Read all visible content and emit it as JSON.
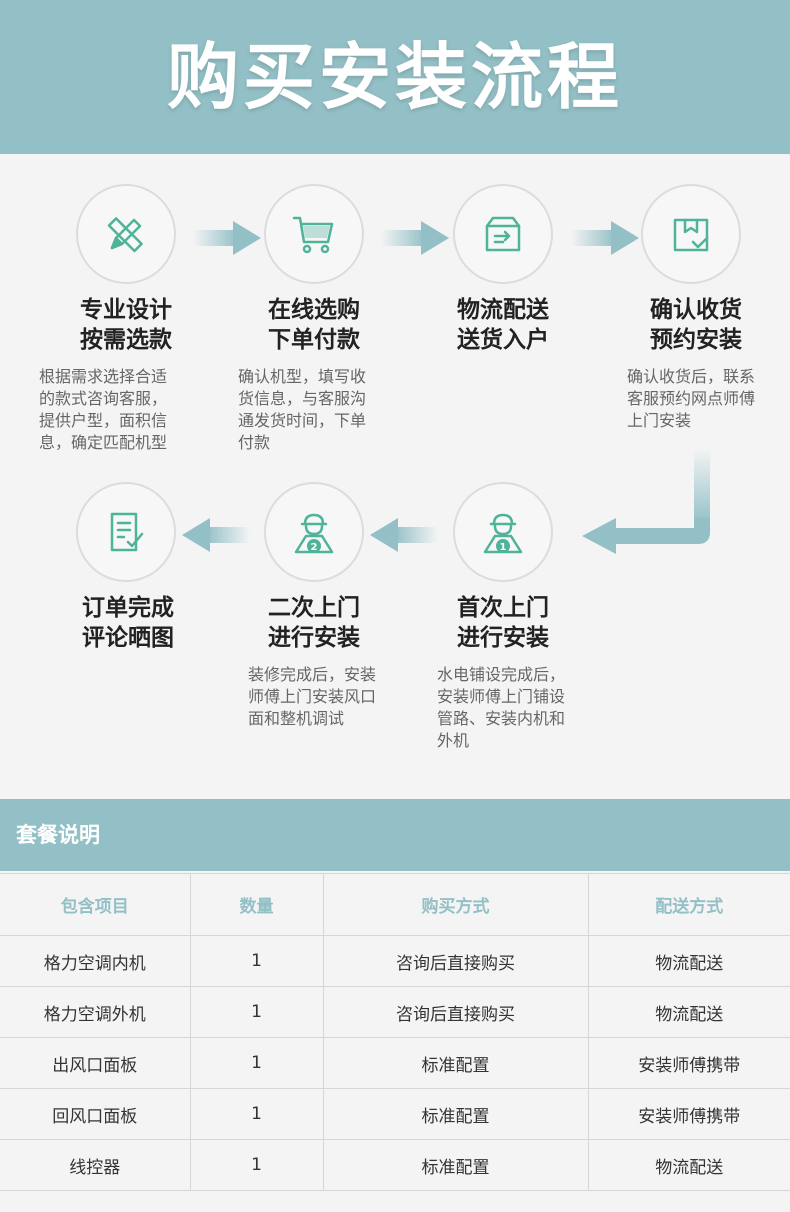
{
  "header": {
    "title": "购买安装流程"
  },
  "colors": {
    "accent": "#93c0c6",
    "icon_green": "#4fb39a"
  },
  "steps": [
    {
      "icon": "ruler-pencil-icon",
      "title_1": "专业设计",
      "title_2": "按需选款",
      "desc": [
        "根据需求选择合适",
        "的款式咨询客服，",
        "提供户型，面积信",
        "息，确定匹配机型"
      ]
    },
    {
      "icon": "cart-icon",
      "title_1": "在线选购",
      "title_2": "下单付款",
      "desc": [
        "确认机型，填写收",
        "货信息，与客服沟",
        "通发货时间，下单",
        "付款"
      ]
    },
    {
      "icon": "delivery-box-icon",
      "title_1": "物流配送",
      "title_2": "送货入户",
      "desc": []
    },
    {
      "icon": "package-check-icon",
      "title_1": "确认收货",
      "title_2": "预约安装",
      "desc": [
        "确认收货后，联系",
        "客服预约网点师傅",
        "上门安装"
      ]
    },
    {
      "icon": "worker-1-icon",
      "badge": "1",
      "title_1": "首次上门",
      "title_2": "进行安装",
      "desc": [
        "水电铺设完成后，",
        "安装师傅上门铺设",
        "管路、安装内机和",
        "外机"
      ]
    },
    {
      "icon": "worker-2-icon",
      "badge": "2",
      "title_1": "二次上门",
      "title_2": "进行安装",
      "desc": [
        "装修完成后，安装",
        "师傅上门安装风口",
        "面和整机调试"
      ]
    },
    {
      "icon": "review-doc-icon",
      "title_1": "订单完成",
      "title_2": "评论晒图",
      "desc": []
    }
  ],
  "package": {
    "title": "套餐说明",
    "columns": [
      "包含项目",
      "数量",
      "购买方式",
      "配送方式"
    ],
    "rows": [
      [
        "格力空调内机",
        "1",
        "咨询后直接购买",
        "物流配送"
      ],
      [
        "格力空调外机",
        "1",
        "咨询后直接购买",
        "物流配送"
      ],
      [
        "出风口面板",
        "1",
        "标准配置",
        "安装师傅携带"
      ],
      [
        "回风口面板",
        "1",
        "标准配置",
        "安装师傅携带"
      ],
      [
        "线控器",
        "1",
        "标准配置",
        "物流配送"
      ]
    ]
  }
}
